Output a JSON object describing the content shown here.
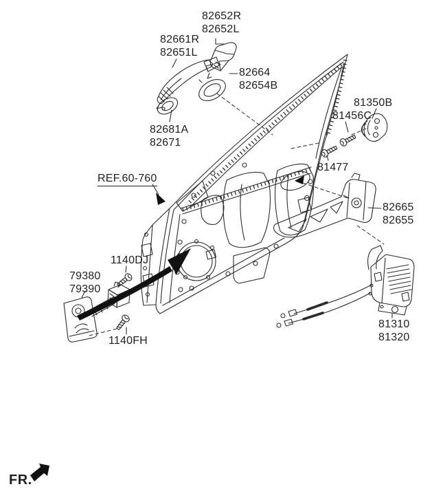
{
  "meta": {
    "diagram_kind": "vehicle front door locking-system exploded parts diagram",
    "ink_color": "#2b2b2b",
    "background_color": "#ffffff"
  },
  "labels": {
    "l82652": [
      "82652R",
      "82652L"
    ],
    "l82661": [
      "82661R",
      "82651L"
    ],
    "l82664": [
      "82664",
      "82654B"
    ],
    "l82681": [
      "82681A",
      "82671"
    ],
    "l81350": [
      "81350B"
    ],
    "l81456": [
      "81456C"
    ],
    "l81477": [
      "81477"
    ],
    "ref": [
      "REF.60-760"
    ],
    "l82665": [
      "82665",
      "82655"
    ],
    "l1140dj": [
      "1140DJ"
    ],
    "l79380": [
      "79380",
      "79390"
    ],
    "l1140fh": [
      "1140FH"
    ],
    "l81310": [
      "81310",
      "81320"
    ],
    "fr": "FR."
  }
}
